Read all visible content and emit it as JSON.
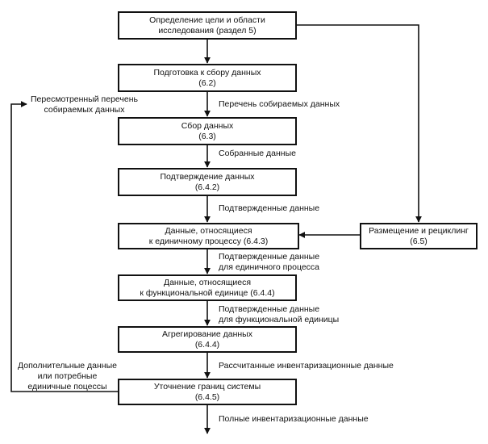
{
  "boxes": {
    "goal": {
      "line1": "Определение цели  и области",
      "line2": "исследования (раздел 5)"
    },
    "prep": {
      "line1": "Подготовка к сбору данных",
      "line2": "(6.2)"
    },
    "collect": {
      "line1": "Сбор данных",
      "line2": "(6.3)"
    },
    "validate": {
      "line1": "Подтверждение данных",
      "line2": "(6.4.2)"
    },
    "unit_process": {
      "line1": "Данные, относящиеся",
      "line2": "к единичному процессу (6.4.3)"
    },
    "functional_unit": {
      "line1": "Данные, относящиеся",
      "line2": "к функциональной единице (6.4.4)"
    },
    "aggregate": {
      "line1": "Агрегирование данных",
      "line2": "(6.4.4)"
    },
    "boundary": {
      "line1": "Уточнение границ системы",
      "line2": "(6.4.5)"
    },
    "allocation": {
      "line1": "Размещение и рециклинг",
      "line2": "(6.5)"
    }
  },
  "labels": {
    "data_list": "Перечень собираемых данных",
    "collected": "Собранные данные",
    "validated": "Подтвержденные данные",
    "validated_unit": {
      "line1": "Подтвержденные данные",
      "line2": "для единичного процесса"
    },
    "validated_func": {
      "line1": "Подтвержденные данные",
      "line2": "для функциональной единицы"
    },
    "calculated": "Рассчитанные инвентаризационные данные",
    "complete": "Полные инвентаризационные данные",
    "revised_list": {
      "line1": "Пересмотренный перечень",
      "line2": "собираемых данных"
    },
    "additional": {
      "line1": "Дополнительные данные",
      "line2": "или потребные",
      "line3": "единичные поцессы"
    }
  }
}
